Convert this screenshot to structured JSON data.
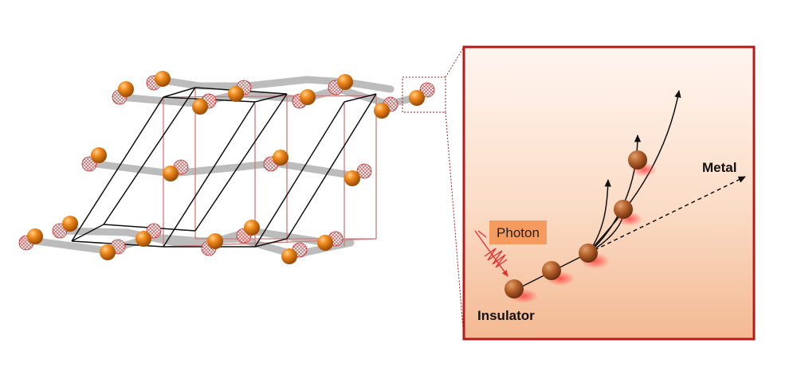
{
  "labels": {
    "photon": "Photon",
    "metal": "Metal",
    "insulator": "Insulator"
  },
  "colors": {
    "atom_orange": "#e07a10",
    "atom_red_mesh": "#c0282a",
    "inset_border": "#b51a1a",
    "inset_bg_light": "#fff4ec",
    "inset_bg_dark": "#f6c7a6",
    "photon_box": "#f59b5f",
    "photon_wave": "#e03030",
    "unit_cell_black": "#111111",
    "unit_cell_red": "#d08080",
    "bond_gray": "#b8b8b8"
  },
  "icons": {
    "photon_wave": "wavy-arrow",
    "trajectory": "curved-arrow",
    "metal_path": "dashed-arrow"
  }
}
